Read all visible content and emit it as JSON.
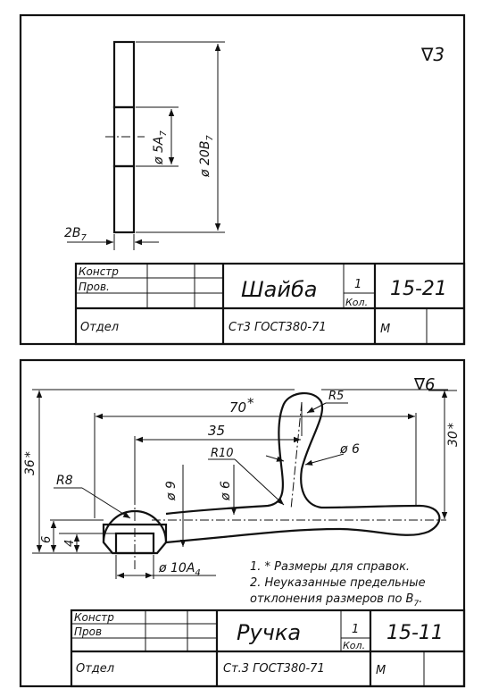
{
  "sheet1": {
    "roughness": "∇3",
    "dims": {
      "bore": "ø 5A",
      "bore_sub": "7",
      "outer": "ø 20B",
      "outer_sub": "7",
      "thickness": "2B",
      "thickness_sub": "7"
    },
    "title_block": {
      "konstr": "Констр",
      "prov": "Пров.",
      "otdel": "Отдел",
      "name": "Шайба",
      "qty_value": "1",
      "qty_label": "Кол.",
      "number": "15-21",
      "material": "Ст3 ГОСТ380-71",
      "scale": "М"
    }
  },
  "sheet2": {
    "roughness": "∇6",
    "dims": {
      "len70": "70",
      "len35": "35",
      "r5": "R5",
      "r10": "R10",
      "r8": "R8",
      "d6a": "ø 6",
      "d6b": "ø 6",
      "d9": "ø 9",
      "h36": "36",
      "h30": "30",
      "h6": "6",
      "h4": "4",
      "d10": "ø 10A",
      "d10_sub": "4",
      "star": "*"
    },
    "notes": {
      "n1": "1. * Размеры для справок.",
      "n2a": "2. Неуказанные предельные",
      "n2b": "отклонения размеров по В",
      "n2b_sub": "7",
      "n2b_end": "."
    },
    "title_block": {
      "konstr": "Констр",
      "prov": "Пров",
      "otdel": "Отдел",
      "name": "Ручка",
      "qty_value": "1",
      "qty_label": "Кол.",
      "number": "15-11",
      "material": "Ст.3 ГОСТ380-71",
      "scale": "М"
    }
  }
}
